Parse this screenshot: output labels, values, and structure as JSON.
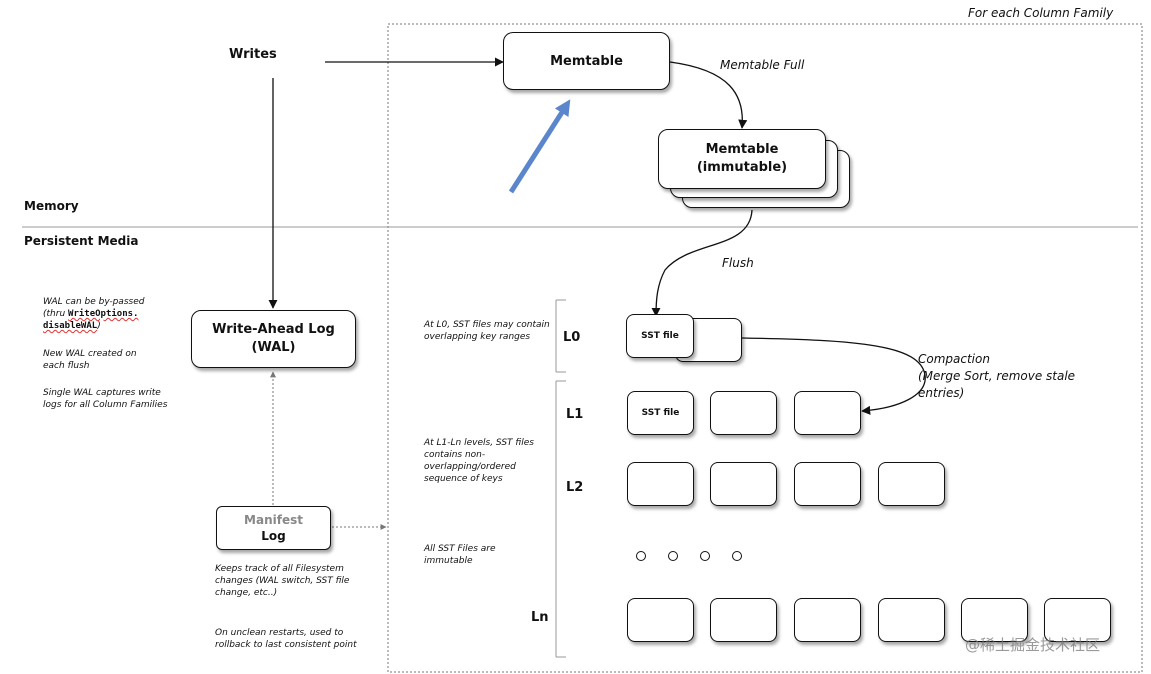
{
  "header": {
    "column_family_label": "For each Column Family"
  },
  "memory": {
    "section_label": "Memory",
    "writes_label": "Writes",
    "memtable_label": "Memtable",
    "memtable_full_label": "Memtable Full",
    "immutable_line1": "Memtable",
    "immutable_line2": "(immutable)"
  },
  "persistent": {
    "section_label": "Persistent Media",
    "flush_label": "Flush",
    "wal": {
      "line1": "Write-Ahead Log",
      "line2": "(WAL)",
      "note_bypass_a": "WAL can be by-passed",
      "note_bypass_b": "(thru",
      "note_bypass_code1": "WriteOptions.",
      "note_bypass_code2": "disableWAL",
      "note_bypass_end": ")",
      "note_new": "New WAL created on each flush",
      "note_single": "Single WAL captures write logs for all Column Families"
    },
    "manifest": {
      "line1": "Manifest",
      "line2": "Log",
      "note_tracks": "Keeps track of all Filesystem changes (WAL switch, SST file change, etc..)",
      "note_restart": "On unclean restarts, used to rollback to last consistent point"
    },
    "levels": {
      "l0": "L0",
      "l1": "L1",
      "l2": "L2",
      "ln": "Ln",
      "sst_file_label": "SST file",
      "note_l0": "At L0, SST files may contain overlapping key ranges",
      "note_l1_ln": "At L1-Ln levels, SST files contains non-overlapping/ordered sequence of keys",
      "note_immutable": "All SST Files are immutable"
    },
    "compaction": {
      "line1": "Compaction",
      "line2": "(Merge Sort, remove stale",
      "line3": "entries)"
    }
  },
  "watermark": "@稀土掘金技术社区",
  "colors": {
    "accent_arrow": "#5b86cc",
    "line": "#111111",
    "dashed": "#777777"
  }
}
